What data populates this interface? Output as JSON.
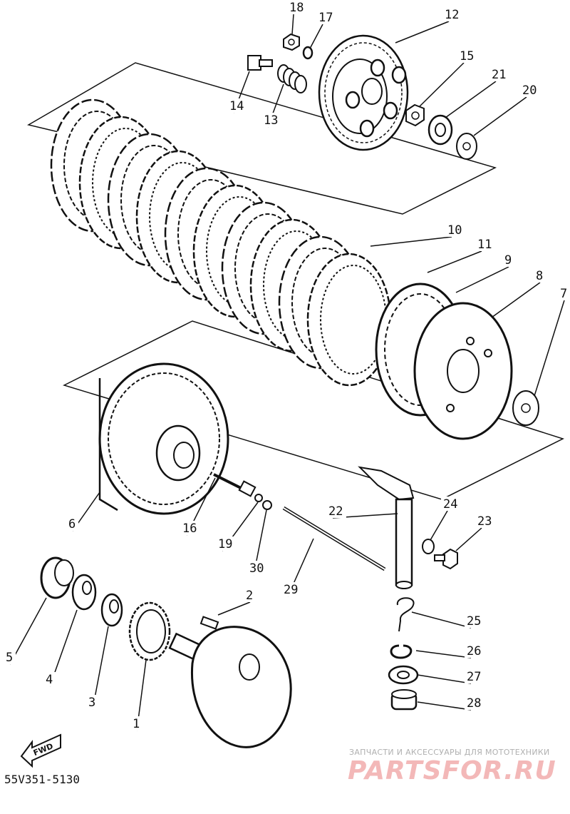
{
  "diagram": {
    "callouts": [
      {
        "id": "1",
        "text": "1"
      },
      {
        "id": "2",
        "text": "2"
      },
      {
        "id": "3",
        "text": "3"
      },
      {
        "id": "4",
        "text": "4"
      },
      {
        "id": "5",
        "text": "5"
      },
      {
        "id": "6",
        "text": "6"
      },
      {
        "id": "7",
        "text": "7"
      },
      {
        "id": "8",
        "text": "8"
      },
      {
        "id": "9",
        "text": "9"
      },
      {
        "id": "10",
        "text": "10"
      },
      {
        "id": "11",
        "text": "11"
      },
      {
        "id": "12",
        "text": "12"
      },
      {
        "id": "13",
        "text": "13"
      },
      {
        "id": "14",
        "text": "14"
      },
      {
        "id": "15",
        "text": "15"
      },
      {
        "id": "16",
        "text": "16"
      },
      {
        "id": "17",
        "text": "17"
      },
      {
        "id": "18",
        "text": "18"
      },
      {
        "id": "19",
        "text": "19"
      },
      {
        "id": "20",
        "text": "20"
      },
      {
        "id": "21",
        "text": "21"
      },
      {
        "id": "22",
        "text": "22"
      },
      {
        "id": "23",
        "text": "23"
      },
      {
        "id": "24",
        "text": "24"
      },
      {
        "id": "25",
        "text": "25"
      },
      {
        "id": "26",
        "text": "26"
      },
      {
        "id": "27",
        "text": "27"
      },
      {
        "id": "28",
        "text": "28"
      },
      {
        "id": "29",
        "text": "29"
      },
      {
        "id": "30",
        "text": "30"
      }
    ],
    "direction_arrow": "FWD",
    "drawing_code": "55V351-5130"
  },
  "watermark": {
    "caption": "ЗАПЧАСТИ И АКСЕССУАРЫ ДЛЯ МОТОТЕХНИКИ",
    "logo": "PARTSFOR.RU",
    "color": "#f3b8b8"
  },
  "colors": {
    "ink": "#111111",
    "background": "#ffffff"
  }
}
